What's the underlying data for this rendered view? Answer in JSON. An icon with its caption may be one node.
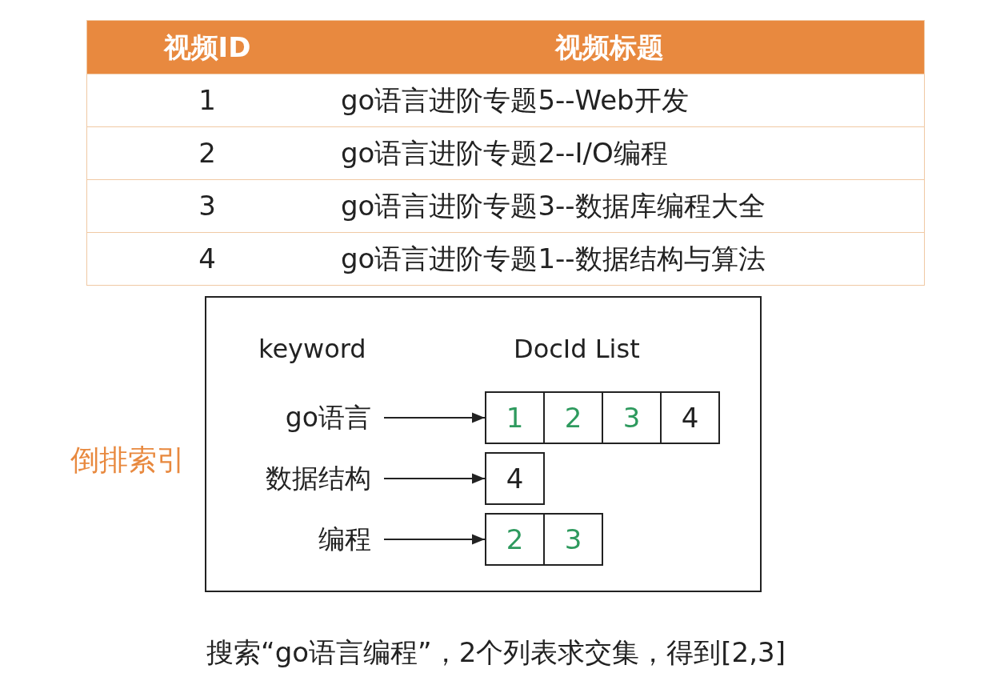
{
  "diagram": {
    "caption": "搜索“go语言编程”，2个列表求交集，得到[2,3]",
    "nodes": [
      {
        "text": [
          "倒排索引"
        ]
      },
      {
        "text": [
          "go语言"
        ],
        "in": 0
      },
      {
        "text": [
          "1"
        ],
        "in": 0
      },
      {
        "text": [
          "2"
        ],
        "in": 0
      },
      {
        "text": [
          "3"
        ],
        "in": 0
      },
      {
        "text": [
          "4"
        ],
        "in": 0
      },
      {
        "text": [
          "数据结构"
        ],
        "in": 0
      },
      {
        "text": [
          "4"
        ],
        "in": 0
      },
      {
        "text": [
          "编程"
        ],
        "in": 0
      },
      {
        "text": [
          "2"
        ],
        "in": 0
      },
      {
        "text": [
          "3"
        ],
        "in": 0
      }
    ],
    "edges": [
      {
        "from": 1,
        "to": 2,
        "arrow": "to"
      },
      {
        "from": 6,
        "to": 7,
        "arrow": "to"
      },
      {
        "from": 8,
        "to": 9,
        "arrow": "to"
      }
    ],
    "labels": [
      "视频ID",
      "视频标题",
      "1",
      "go语言进阶专题5--Web开发",
      "2",
      "go语言进阶专题2--I/O编程",
      "3",
      "go语言进阶专题3--数据库编程大全",
      "4",
      "go语言进阶专题1--数据结构与算法",
      "keyword",
      "DocId List"
    ]
  }
}
